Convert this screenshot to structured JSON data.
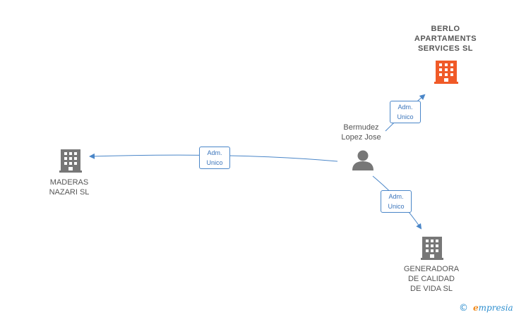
{
  "nodes": {
    "berlo": {
      "label": "BERLO\nAPARTAMENTS\nSERVICES  SL",
      "icon": "building-icon",
      "color": "#f05a28"
    },
    "person": {
      "label": "Bermudez\nLopez Jose",
      "icon": "person-icon",
      "color": "#777777"
    },
    "maderas": {
      "label": "MADERAS\nNAZARI SL",
      "icon": "building-icon",
      "color": "#777777"
    },
    "generadora": {
      "label": "GENERADORA\nDE CALIDAD\nDE VIDA  SL",
      "icon": "building-icon",
      "color": "#777777"
    }
  },
  "edges": {
    "to_berlo": "Adm.\nUnico",
    "to_maderas": "Adm.\nUnico",
    "to_generadora": "Adm.\nUnico"
  },
  "edge_color": "#4a86c8",
  "footer": {
    "copyright": "©",
    "brand_initial": "e",
    "brand_rest": "mpresia"
  }
}
